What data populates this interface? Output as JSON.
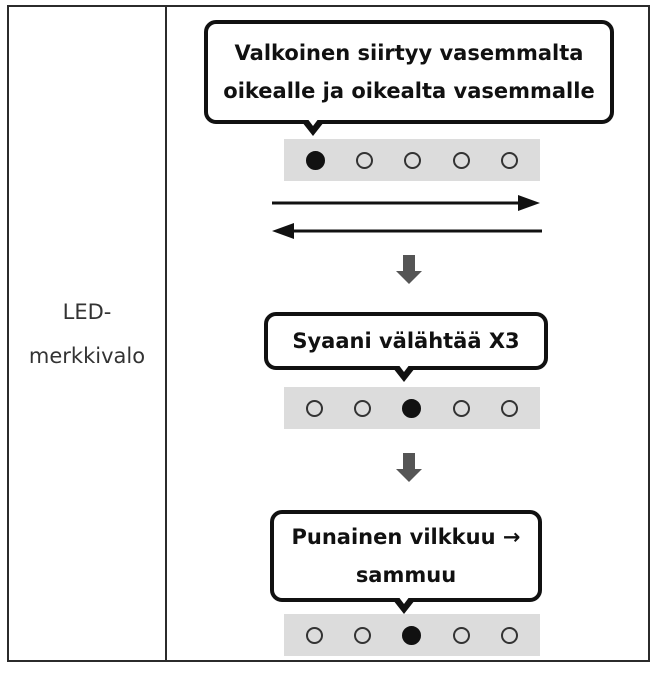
{
  "row_label_line1": "LED-",
  "row_label_line2": "merkkivalo",
  "steps": [
    {
      "text": "Valkoinen siirtyy vasemmalta\noikealle ja oikealta vasemmalle",
      "lit_led": 1
    },
    {
      "text": "Syaani välähtää X3",
      "lit_led": 3
    },
    {
      "text": "Punainen vilkkuu →\nsammuu",
      "lit_led": 3
    }
  ],
  "led_count": 5,
  "icons": {
    "sweep_right": "arrow-right-icon",
    "sweep_left": "arrow-left-icon",
    "next_step": "arrow-down-icon"
  }
}
